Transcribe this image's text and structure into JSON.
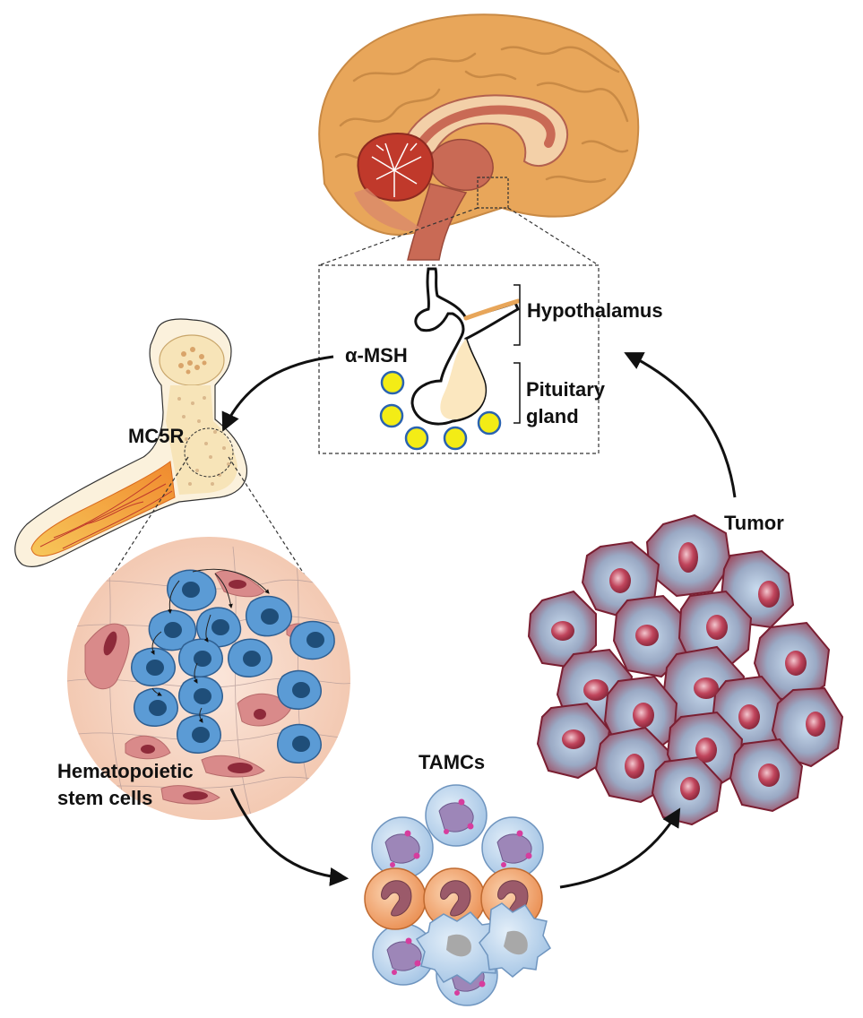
{
  "labels": {
    "hypothalamus": "Hypothalamus",
    "alpha_msh": "α-MSH",
    "pituitary_line1": "Pituitary",
    "pituitary_line2": "gland",
    "mc5r": "MC5R",
    "hsc_line1": "Hematopoietic",
    "hsc_line2": "stem cells",
    "tamcs": "TAMCs",
    "tumor": "Tumor"
  },
  "colors": {
    "brain_cortex": "#e8a65a",
    "brain_inner": "#c96a55",
    "cerebellum": "#c0392b",
    "bone_yellow": "#f7e4b8",
    "bone_marrow_orange": "#f5a623",
    "msh_dot_fill": "#f3ec16",
    "msh_dot_stroke": "#2a63b0",
    "hsc_blue": "#5b9bd5",
    "hsc_nucleus": "#1f4e79",
    "stroma_pink": "#d98a8a",
    "niche_bg": "#f6d7c6",
    "tumor_cell": "#a8485a",
    "tumor_center": "#b8cfe6",
    "tamc_blue": "#c8dcef",
    "tamc_orange": "#f0a46b",
    "arrow": "#111111"
  },
  "icons": [
    "brain-icon",
    "pituitary-icon",
    "femur-bone-icon",
    "stem-cell-niche-icon",
    "tamc-cluster-icon",
    "tumor-cells-icon"
  ]
}
